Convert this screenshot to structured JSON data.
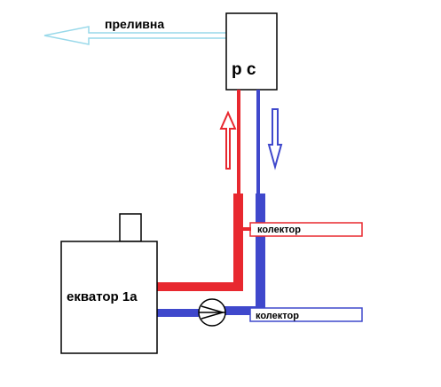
{
  "labels": {
    "overflow": "преливна",
    "tank": "р с",
    "boiler": "екватор 1а",
    "collector_supply": "колектор",
    "collector_return": "колектор"
  },
  "colors": {
    "supply_red": "#e8282f",
    "return_blue": "#3f48cc",
    "overflow_light_blue": "#99d9ea",
    "outline_black": "#000000"
  },
  "icons": {
    "pump": "pump-icon",
    "flow_up": "arrow-up-icon",
    "flow_down": "arrow-down-icon",
    "overflow_direction": "arrow-left-icon"
  }
}
